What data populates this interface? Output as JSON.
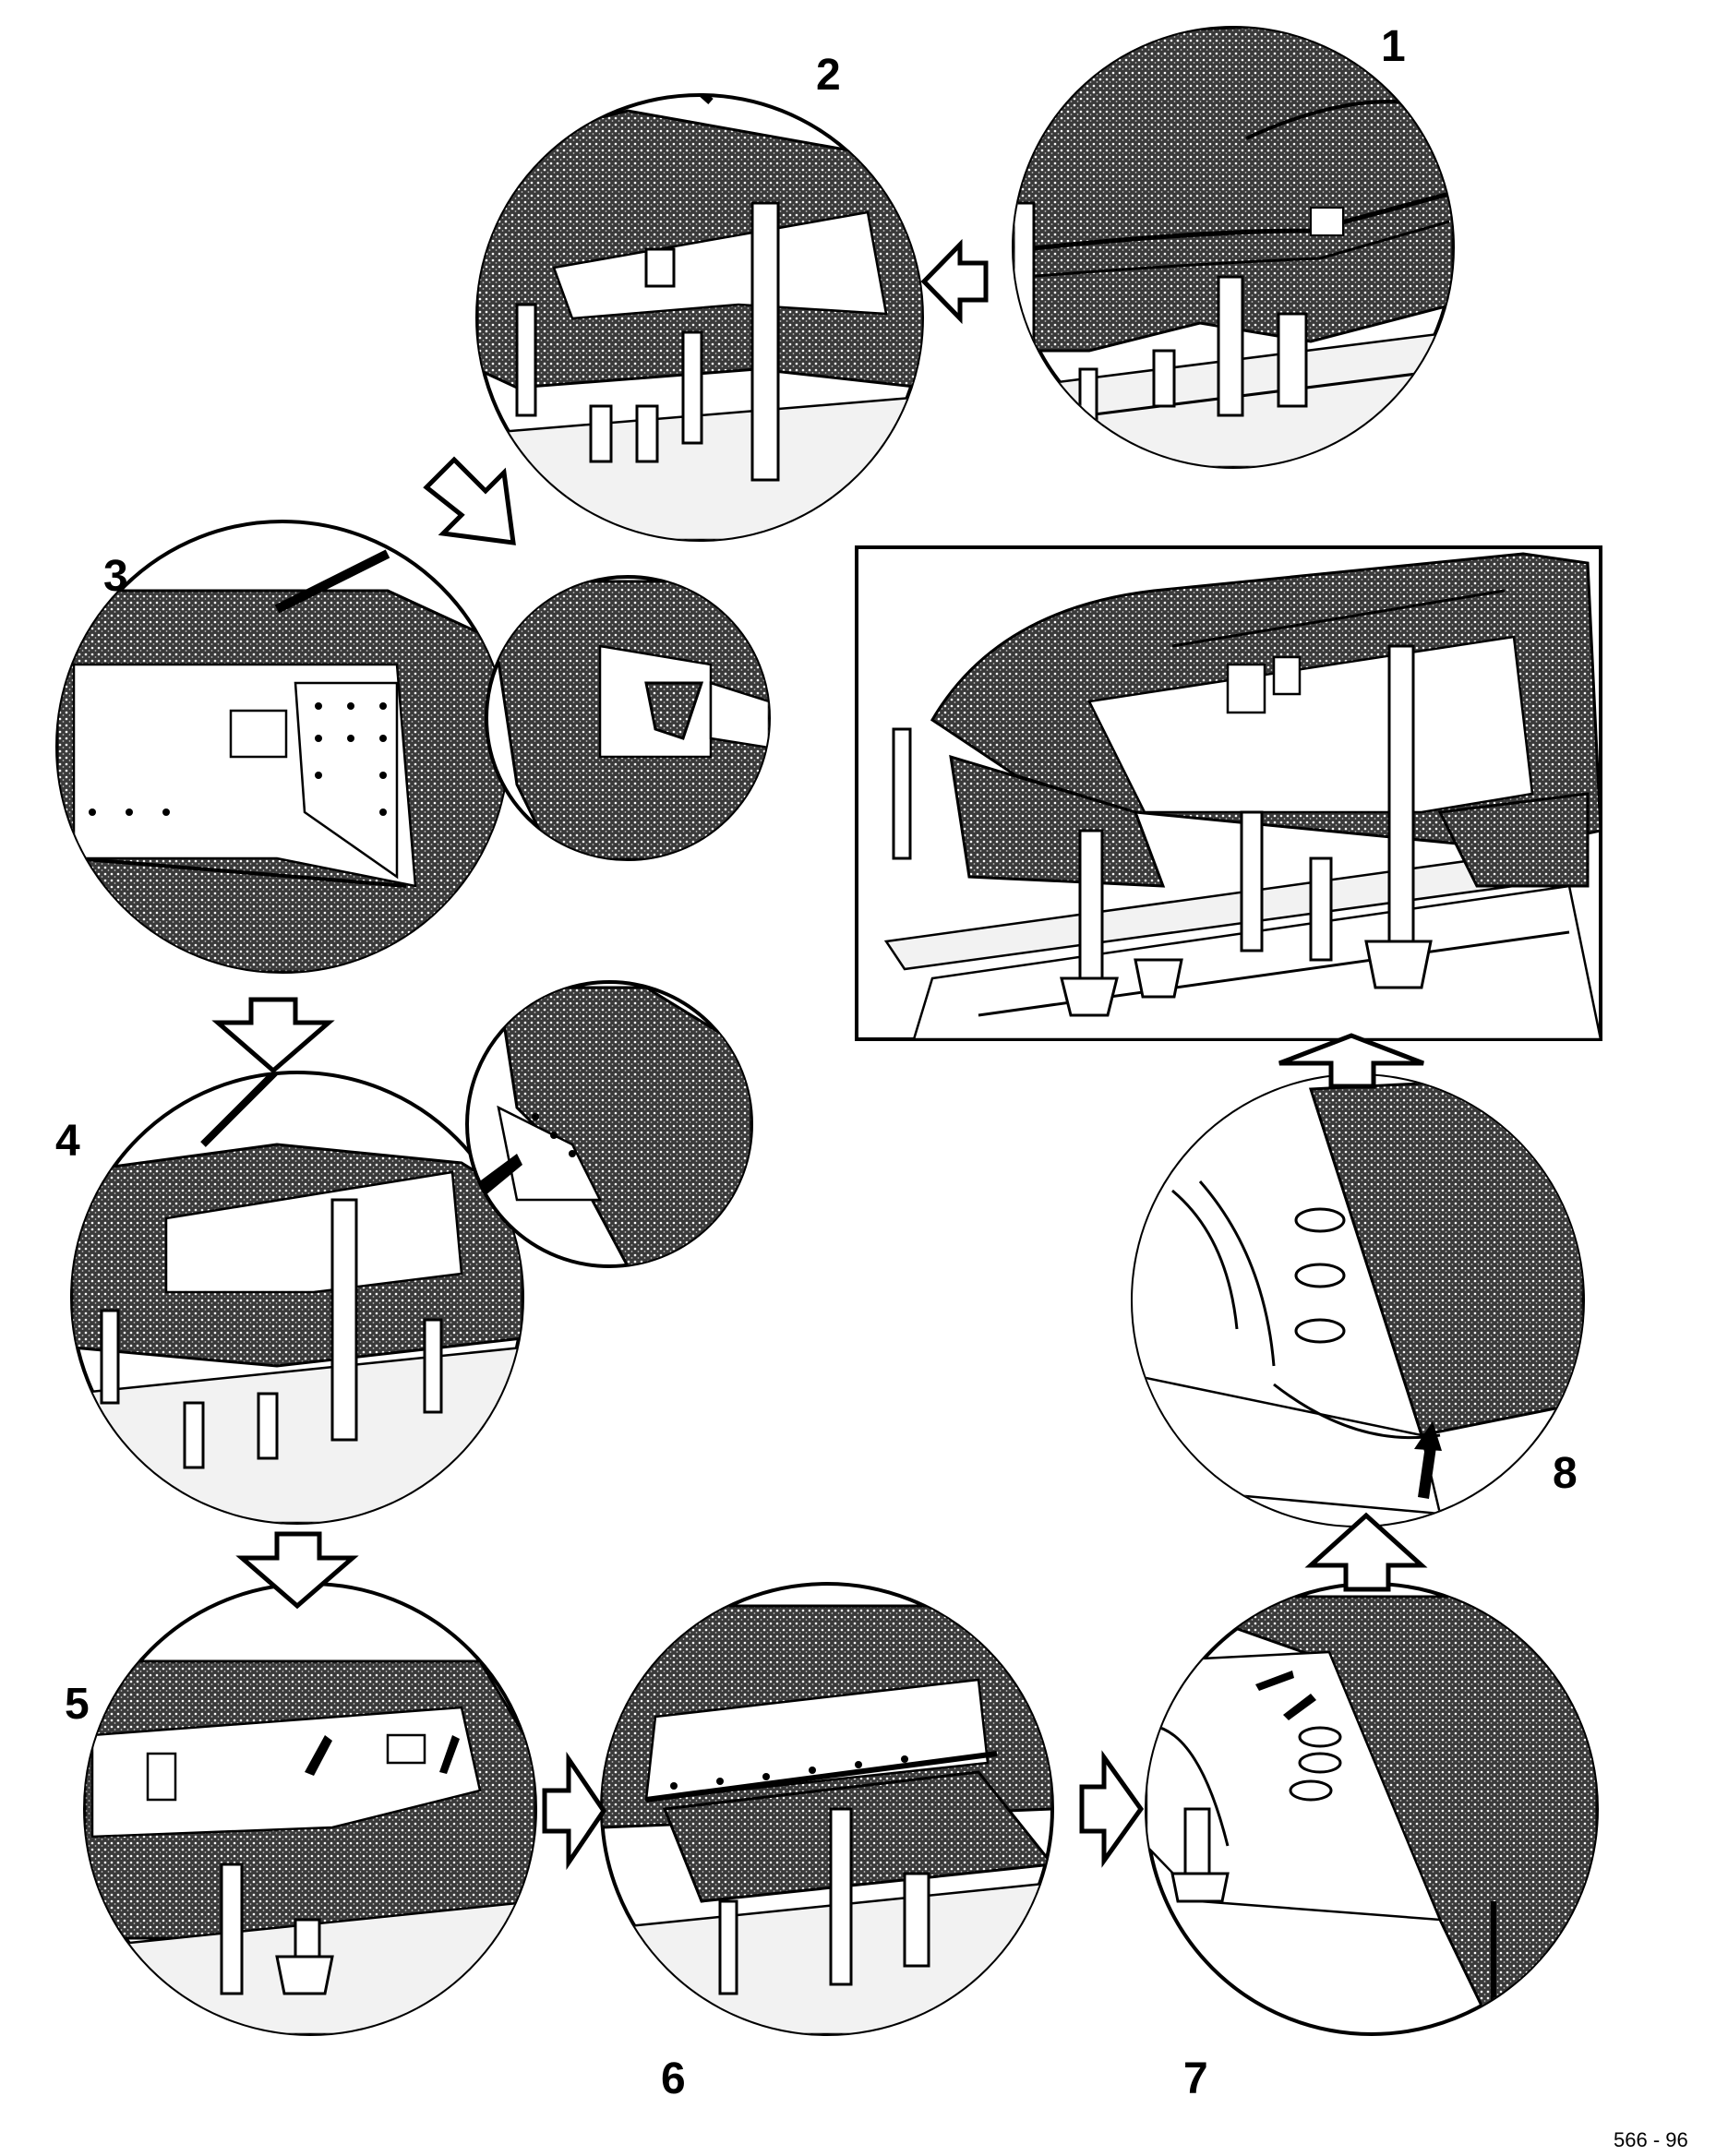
{
  "figure": {
    "reference": "566 - 96",
    "steps": [
      {
        "id": 1,
        "label": "1"
      },
      {
        "id": 2,
        "label": "2"
      },
      {
        "id": 3,
        "label": "3"
      },
      {
        "id": 4,
        "label": "4"
      },
      {
        "id": 5,
        "label": "5"
      },
      {
        "id": 6,
        "label": "6"
      },
      {
        "id": 7,
        "label": "7"
      },
      {
        "id": 8,
        "label": "8"
      }
    ],
    "final_view": "assembled-body-section-on-jig",
    "ink_color": "#000000",
    "paper_color": "#ffffff"
  }
}
